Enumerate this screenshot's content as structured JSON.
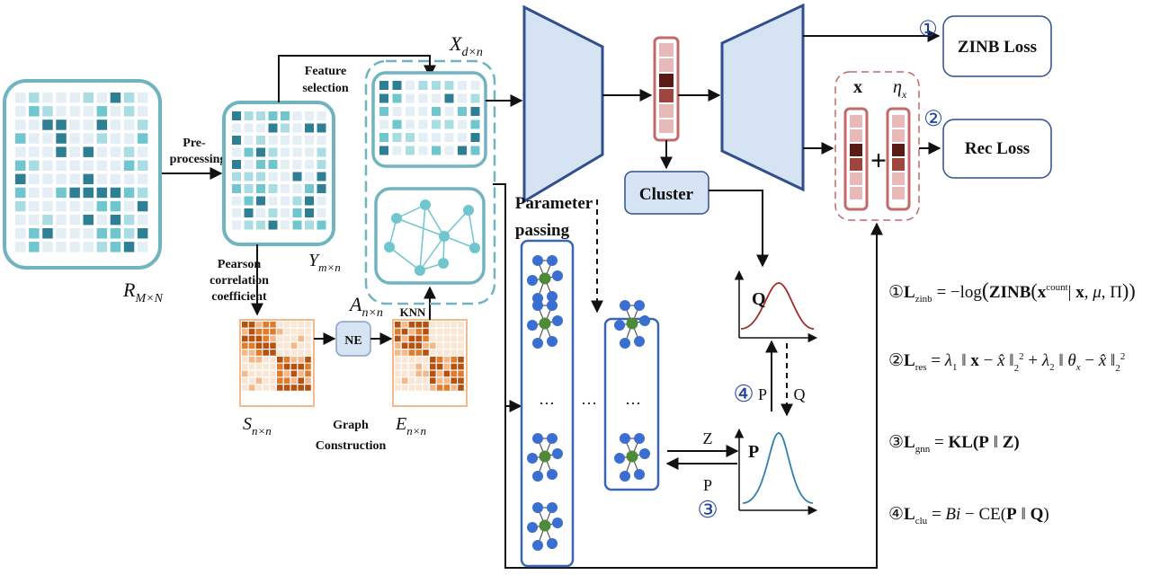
{
  "labels": {
    "R_main": "R",
    "R_sub": "M×N",
    "Y_main": "Y",
    "Y_sub": "m×n",
    "X_main": "X",
    "X_sub": "d×n",
    "A_main": "A",
    "A_sub": "n×n",
    "S_main": "S",
    "S_sub": "n×n",
    "E_main": "E",
    "E_sub": "n×n",
    "preprocessing_1": "Pre-",
    "preprocessing_2": "processing",
    "feature_1": "Feature",
    "feature_2": "selection",
    "pearson_1": "Pearson",
    "pearson_2": "correlation",
    "pearson_3": "coefficient",
    "ne": "NE",
    "knn": "KNN",
    "graph_1": "Graph",
    "graph_2": "Construction",
    "param_1": "Parameter",
    "param_2": "passing",
    "cluster": "Cluster",
    "zinb_loss": "ZINB Loss",
    "rec_loss": "Rec Loss",
    "x_bold": "x",
    "eta_main": "η",
    "eta_sub": "x",
    "plus": "+",
    "Q_bold": "Q",
    "P_bold": "P",
    "arrow_P": "P",
    "arrow_Q": "Q",
    "arrow_Z": "Z",
    "arrow_P2": "P",
    "ellipsis": "···",
    "circ1": "①",
    "circ2": "②",
    "circ3": "③",
    "circ4": "④"
  },
  "equations": {
    "eq1": "①L_zinb = −log(ZINB(x^count | x, μ, Π))",
    "eq2": "②L_res = λ₁‖x − x̂‖²₂ + λ₂‖θ_x − x̂‖²₂",
    "eq3": "③L_gnn = KL(P‖Z)",
    "eq4": "④L_clu = Bi − CE(P‖Q)"
  },
  "colors": {
    "teal_border": "#6fb4bf",
    "teal_dark": "#2e7f94",
    "teal_mid": "#6fc6cf",
    "teal_light": "#a9dde3",
    "teal_pale": "#e3eef5",
    "orange_dark": "#b5520f",
    "orange_mid": "#e07c2c",
    "orange_light": "#f3b98a",
    "orange_pale": "#fbe6d4",
    "trap_fill": "#d6e3f3",
    "trap_border": "#2f4f8f",
    "latent_border": "#c06a6a",
    "latent_dark": "#5a1a16",
    "latent_mid": "#a0453e",
    "latent_light": "#e8b9b9",
    "blue_node": "#3a6ed0",
    "green_node": "#4f8a3a",
    "panel_border": "#3a66b8",
    "curve_red": "#a02b2b",
    "curve_blue": "#2f7fb0",
    "loss_border": "#2f4f8f",
    "circ_blue": "#1f3f9f"
  }
}
